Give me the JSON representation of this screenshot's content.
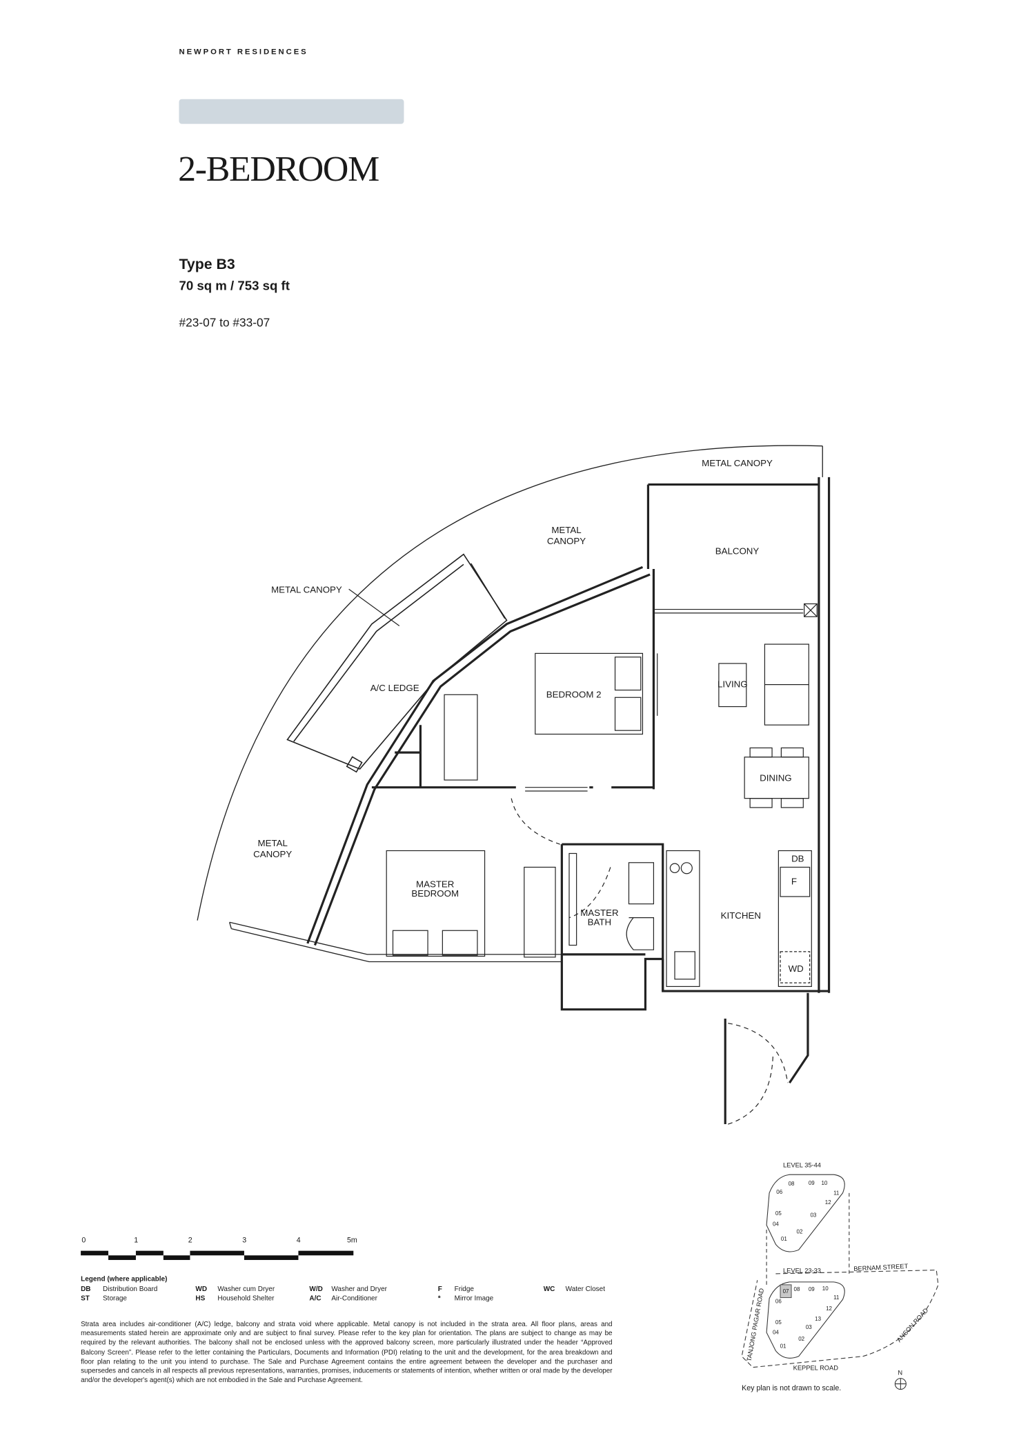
{
  "header": {
    "brand": "NEWPORT RESIDENCES",
    "title": "2-BEDROOM",
    "type": "Type B3",
    "area": "70 sq m / 753 sq ft",
    "units": "#23-07 to #33-07",
    "accent": "#cfd8df"
  },
  "plan": {
    "labels": {
      "canopy_top": "METAL CANOPY",
      "balcony": "BALCONY",
      "canopy_mid_1": "METAL",
      "canopy_mid_2": "CANOPY",
      "canopy_left": "METAL CANOPY",
      "ac_ledge": "A/C LEDGE",
      "bedroom2": "BEDROOM 2",
      "living": "LIVING",
      "dining": "DINING",
      "canopy_low_1": "METAL",
      "canopy_low_2": "CANOPY",
      "master_bed_1": "MASTER",
      "master_bed_2": "BEDROOM",
      "master_bath_1": "MASTER",
      "master_bath_2": "BATH",
      "kitchen": "KITCHEN",
      "db": "DB",
      "f": "F",
      "wd": "WD"
    }
  },
  "scale": {
    "ticks": [
      "0",
      "1",
      "2",
      "3",
      "4",
      "5m"
    ]
  },
  "legend": {
    "title": "Legend (where applicable)",
    "items": [
      {
        "code": "DB",
        "text": "Distribution Board"
      },
      {
        "code": "ST",
        "text": "Storage"
      },
      {
        "code": "WD",
        "text": "Washer cum Dryer"
      },
      {
        "code": "HS",
        "text": "Household Shelter"
      },
      {
        "code": "W/D",
        "text": "Washer and Dryer"
      },
      {
        "code": "A/C",
        "text": "Air-Conditioner"
      },
      {
        "code": "F",
        "text": "Fridge"
      },
      {
        "code": "*",
        "text": "Mirror Image"
      },
      {
        "code": "WC",
        "text": "Water Closet"
      }
    ]
  },
  "disclaimer": "Strata area includes air-conditioner (A/C) ledge, balcony and strata void where applicable. Metal canopy is not included in the strata area. All floor plans, areas and measurements stated herein are approximate only and are subject to final survey. Please refer to the key plan for orientation. The plans are subject to change as may be required by the relevant authorities. The balcony shall not be enclosed unless with the approved balcony screen, more particularly illustrated under the header “Approved Balcony Screen”. Please refer to the letter containing the Particulars, Documents and Information (PDI) relating to the unit and the development, for the area breakdown and floor plan relating to the unit you intend to purchase. The Sale and Purchase Agreement contains the entire agreement between the developer and the purchaser and supersedes and cancels in all respects all previous representations, warranties, promises, inducements or statements of intention, whether written or oral made by the developer and/or the developer's agent(s) which are not embodied in the Sale and Purchase Agreement.",
  "keyplan": {
    "upper_level": "LEVEL  35-44",
    "lower_level": "LEVEL  23-33",
    "bernam": "BERNAM STREET",
    "tanjong": "TANJONG PAGAR ROAD",
    "anson": "ANSON ROAD",
    "keppel": "KEPPEL ROAD",
    "note": "Key plan is not drawn to scale.",
    "north": "N",
    "upper_units": [
      "08",
      "09",
      "10",
      "11",
      "06",
      "12",
      "05",
      "03",
      "04",
      "02",
      "01"
    ],
    "lower_units": [
      "07",
      "08",
      "09",
      "10",
      "11",
      "06",
      "12",
      "05",
      "13",
      "03",
      "04",
      "02",
      "01"
    ],
    "highlight_unit": "07",
    "highlight_color": "#c8c8c8"
  }
}
